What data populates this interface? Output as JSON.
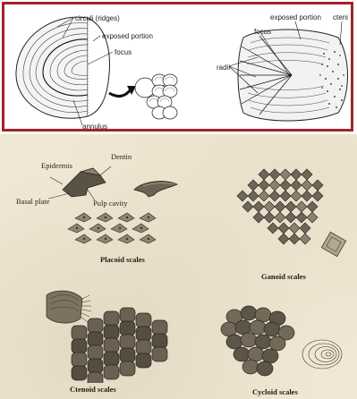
{
  "top_panel": {
    "left_labels": {
      "circuli": "circuli (ridges)",
      "exposed_portion": "exposed portion",
      "focus": "focus",
      "annulus": "annulus"
    },
    "right_labels": {
      "exposed_portion": "exposed portion",
      "ctenii": "cteni",
      "focus": "focus",
      "radii": "radii"
    },
    "border_color": "#a0242a"
  },
  "bottom_panel": {
    "placoid_labels": {
      "epidermis": "Epidermis",
      "dentin": "Dentin",
      "basal_plate": "Basal plate",
      "pulp_cavity": "Pulp cavity"
    },
    "captions": {
      "placoid": "Placoid scales",
      "ganoid": "Ganoid scales",
      "ctenoid": "Ctenoid scales",
      "cycloid": "Cycloid scales"
    },
    "paper_color": "#efe7d4"
  }
}
